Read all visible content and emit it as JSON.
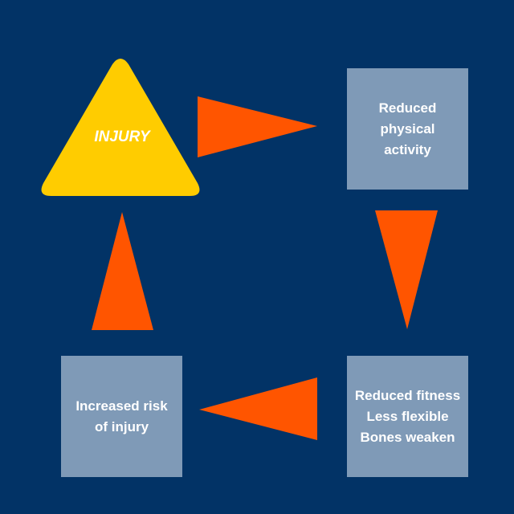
{
  "colors": {
    "background": "#023366",
    "box": "#7f9ab7",
    "triangle": "#ffcc00",
    "arrow": "#ff5500"
  },
  "nodes": {
    "injury": "INJURY",
    "reduced_activity": [
      "Reduced",
      "physical",
      "activity"
    ],
    "reduced_fitness": [
      "Reduced fitness",
      "Less flexible",
      "Bones weaken"
    ],
    "increased_risk": [
      "Increased risk",
      "of injury"
    ]
  }
}
